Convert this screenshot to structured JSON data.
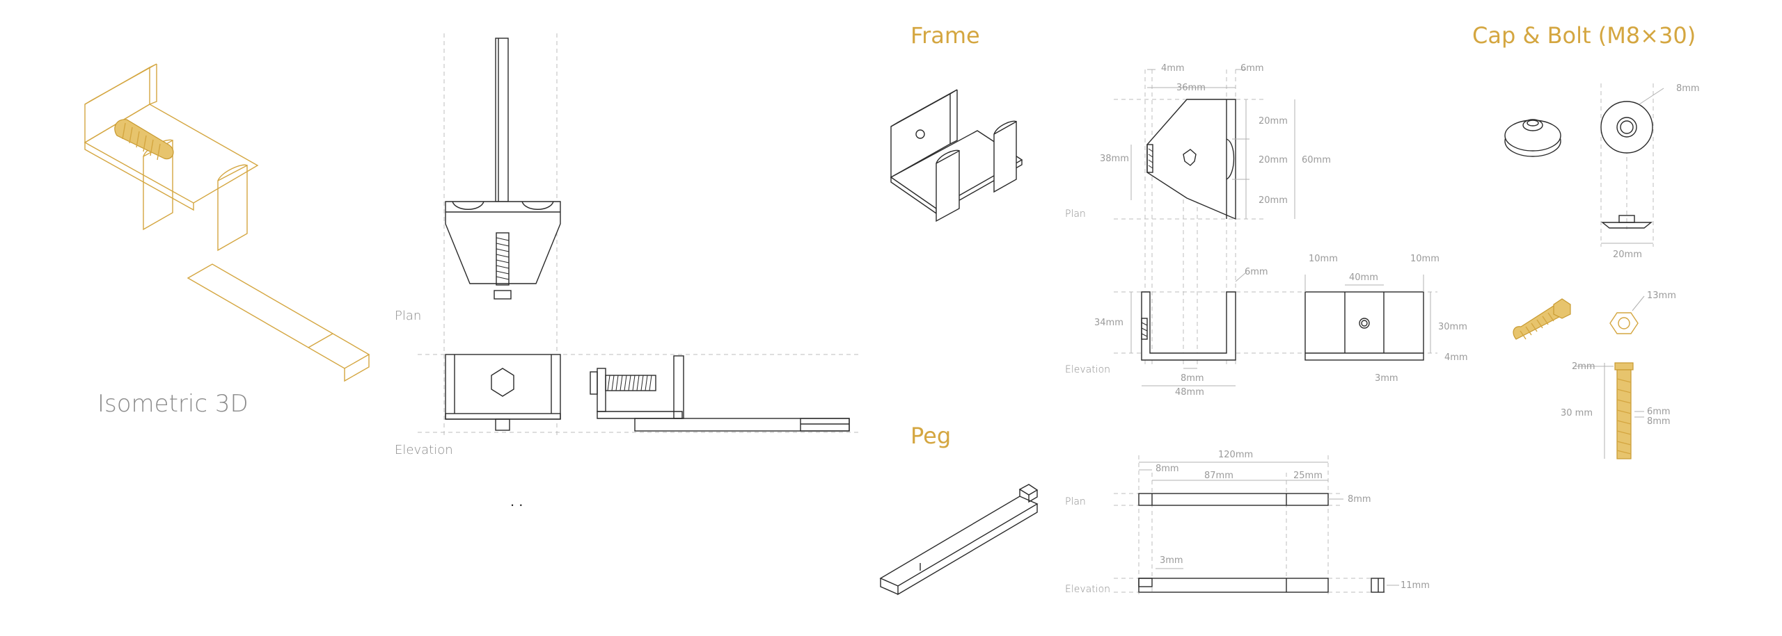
{
  "colors": {
    "accent": "#d4a640",
    "ink": "#2a2a2a",
    "label": "#8a8a8a",
    "guide": "#bdbdbd"
  },
  "isometric": {
    "title": "Isometric 3D"
  },
  "assembly": {
    "plan_label": "Plan",
    "elevation_label": "Elevation",
    "dots": ". ."
  },
  "frame": {
    "title": "Frame",
    "plan_label": "Plan",
    "elevation_label": "Elevation",
    "dims": {
      "d4": "4mm",
      "d6": "6mm",
      "d36": "36mm",
      "d38": "38mm",
      "d20a": "20mm",
      "d20b": "20mm",
      "d20c": "20mm",
      "d60": "60mm",
      "d6b": "6mm",
      "d10a": "10mm",
      "d40": "40mm",
      "d10b": "10mm",
      "d34": "34mm",
      "d30": "30mm",
      "d8": "8mm",
      "d48": "48mm",
      "d4b": "4mm",
      "d3": "3mm"
    }
  },
  "peg": {
    "title": "Peg",
    "plan_label": "Plan",
    "elevation_label": "Elevation",
    "dims": {
      "d120": "120mm",
      "d8": "8mm",
      "d87": "87mm",
      "d25": "25mm",
      "d8b": "8mm",
      "d3": "3mm",
      "d11": "11mm"
    }
  },
  "cap_bolt": {
    "title": "Cap & Bolt (M8×30)",
    "dims": {
      "d8": "8mm",
      "d20": "20mm",
      "d13": "13mm",
      "d2": "2mm",
      "d30": "30 mm",
      "d6": "6mm",
      "d8b": "8mm"
    }
  }
}
